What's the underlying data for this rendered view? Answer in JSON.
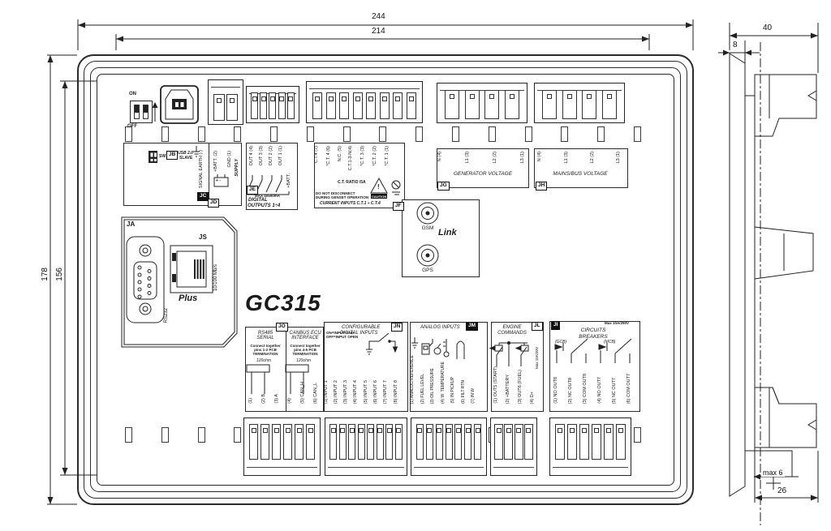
{
  "dims": {
    "w1": "244",
    "w2": "214",
    "h1": "178",
    "h2": "156",
    "depth": "40",
    "front": "8",
    "body": "26",
    "clamp": "max 6"
  },
  "topleft": {
    "on": "ON",
    "off": "OFF",
    "sw": "SW1",
    "jb": "JB",
    "usb": "USB 2.0",
    "slave": "SLAVE",
    "earth": "SIGNAL EARTH (-)",
    "jc": "JC",
    "batt": "+BATT. (2)",
    "gnd": "GND (1)",
    "supply": "SUPPLY",
    "jd": "JD",
    "batt_sym": "+ -"
  },
  "outputs": {
    "je": "JE",
    "t": [
      "OUT 4 (4)",
      "OUT 3 (3)",
      "OUT 2 (2)",
      "OUT 1 (1)"
    ],
    "batt": "+BATT.",
    "note": "MAX 4x500mA",
    "l1": "DIGITAL",
    "l2": "OUTPUTS 1÷4"
  },
  "ct": {
    "jf": "JF",
    "t": [
      "C.T.4 (7)",
      "*C.T. 4 (6)",
      "N.C. (5)",
      "C.T.1-3-N(4)",
      "*C.T. 3 (3)",
      "*C.T. 2 (2)",
      "*C.T. 1 (1)"
    ],
    "ratio": "C.T. RATIO /5A",
    "bang": "!",
    "caution": "CAUTION",
    "w1": "DO NOT DISCONNECT",
    "w2": "DURING GENSET OPERATION",
    "label": "CURRENT INPUTS C.T.1 ÷ C.T.4"
  },
  "gen": {
    "jg": "JG",
    "t": [
      "N (4)",
      "L1 (3)",
      "L2 (2)",
      "L3 (1)"
    ],
    "label": "GENERATOR VOLTAGE"
  },
  "mains": {
    "jh": "JH",
    "t": [
      "N (4)",
      "L1 (3)",
      "L2 (2)",
      "L3 (1)"
    ],
    "label": "MAINS/BUS VOLTAGE"
  },
  "link": {
    "gsm": "GSM",
    "gps": "GPS",
    "name": "Link"
  },
  "comm": {
    "ja": "JA",
    "rs232": "RS232",
    "js": "JS",
    "plus": "Plus",
    "speed": "10/100 Mb/s"
  },
  "model": "GC315",
  "jo": {
    "tag": "JO",
    "rs485": {
      "l1": "RS485",
      "l2": "SERIAL",
      "n1": "Connect together",
      "n2": "pins 1-2 PCB",
      "n3": "TERMINATION",
      "res": "120ohm",
      "t": [
        "(1)",
        "(2) B",
        "(3) A"
      ]
    },
    "canbus": {
      "l1": "CANBUS ECU",
      "l2": "INTERFACE",
      "n1": "Connect together",
      "n2": "pins 4-5 PCB",
      "n3": "TERMINATION",
      "res": "120ohm",
      "t": [
        "(4)",
        "(5) CAN_H",
        "(6) CAN_L"
      ]
    }
  },
  "jn": {
    "tag": "JN",
    "l1": "CONFIGURABLE",
    "l2": "DIGITAL INPUTS",
    "n1": "ON=INPUT GND",
    "n2": "OFF=INPUT OPEN",
    "t": [
      "(1) INPUT 1",
      "(2) INPUT 2",
      "(3) INPUT 3",
      "(4) INPUT 4",
      "(5) INPUT 5",
      "(6) INPUT 6",
      "(7) INPUT 7",
      "(8) INPUT 8"
    ]
  },
  "jm": {
    "tag": "JM",
    "label": "ANALOG INPUTS",
    "t": [
      "(1) ANALOG REFERENCE",
      "(2) FUEL LEVEL",
      "(3) OIL PRESSURE",
      "(4) W. TEMPERATURE",
      "(5) IN PICKUP",
      "(6) FILT RTN",
      "(7) IN W"
    ]
  },
  "jl": {
    "tag": "JL",
    "l1": "ENGINE",
    "l2": "COMMANDS",
    "max": "Max 10A/30V",
    "t": [
      "(1) OUT5 (START)",
      "(2) +BATTERY",
      "(3) OUT6 (FUEL)",
      "(4) D+"
    ]
  },
  "ji": {
    "tag": "JI",
    "l1": "CIRCUITS",
    "l2": "BREAKERS",
    "max": "Max 10A/250V",
    "gcb": "(GCB)",
    "mcb": "(MCB)",
    "t": [
      "(1) NO OUT8",
      "(2) NC OUT8",
      "(3) COM OUT8",
      "(4) NO OUT7",
      "(5) NC OUT7",
      "(6) COM OUT7"
    ]
  }
}
